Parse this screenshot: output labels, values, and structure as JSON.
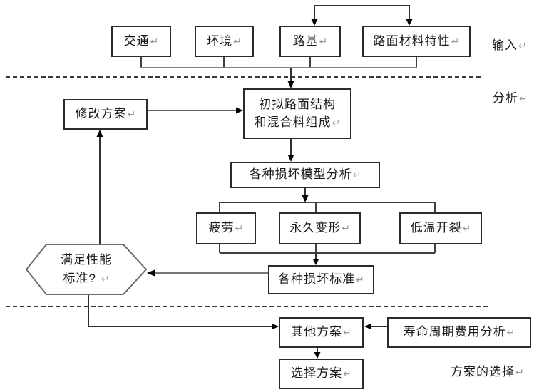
{
  "diagram_title": "pavement-design-flowchart",
  "marks": {
    "return": "↵"
  },
  "section_labels": {
    "input": "输入",
    "analysis": "分析",
    "selection": "方案的选择"
  },
  "nodes": {
    "traffic": "交通",
    "environment": "环境",
    "subgrade": "路基",
    "material": "路面材料特性",
    "modify": "修改方案",
    "initial_line1": "初拟路面结构",
    "initial_line2": "和混合料组成",
    "damage_models": "各种损坏模型分析",
    "fatigue": "疲劳",
    "deformation": "永久变形",
    "cracking": "低温开裂",
    "damage_criteria": "各种损坏标准",
    "performance_line1": "满足性能",
    "performance_line2": "标准?",
    "other_plans": "其他方案",
    "lifecycle": "寿命周期费用分析",
    "select_plan": "选择方案"
  },
  "colors": {
    "line": "#404040",
    "gray_line": "#808080",
    "border": "#2b2b2b",
    "background": "#ffffff"
  }
}
